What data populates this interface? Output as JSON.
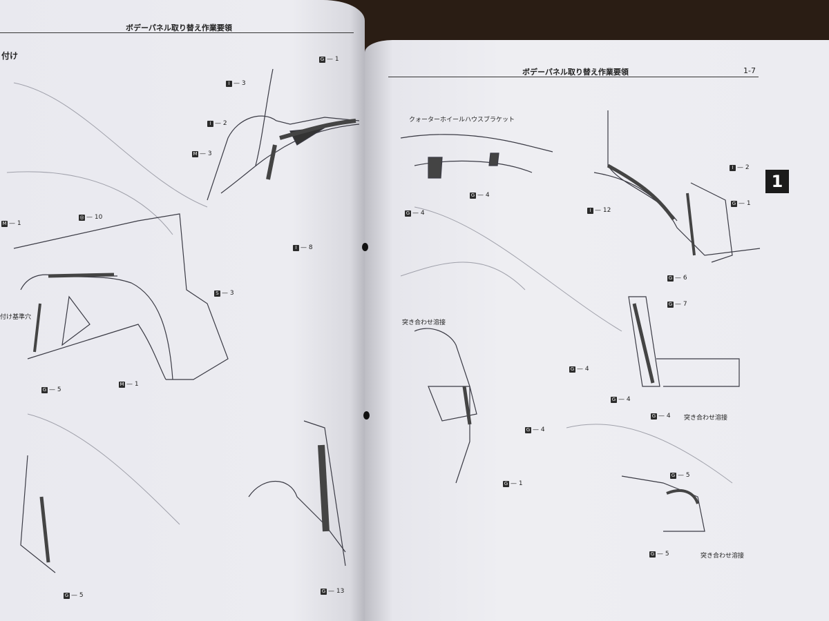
{
  "left_page": {
    "header": "ボデーパネル取り替え作業要領",
    "section_fragment": "付け",
    "labels": [
      {
        "marker": "I",
        "text": "— 3"
      },
      {
        "marker": "I",
        "text": "— 2"
      },
      {
        "marker": "M",
        "text": "— 3"
      },
      {
        "marker": "G",
        "text": "— 1"
      },
      {
        "marker": "I",
        "text": "— 8"
      },
      {
        "marker": "M",
        "text": "— 1"
      },
      {
        "marker": "◎",
        "text": "— 10"
      },
      {
        "marker": "S",
        "text": "— 3"
      },
      {
        "marker": "G",
        "text": "— 5"
      },
      {
        "marker": "M",
        "text": "— 1"
      },
      {
        "marker": "G",
        "text": "— 5"
      },
      {
        "marker": "G",
        "text": "— 13"
      }
    ],
    "note_alignment": "付け基準穴"
  },
  "right_page": {
    "header": "ボデーパネル取り替え作業要領",
    "page_number": "1-7",
    "section_badge": "1",
    "note_bracket": "クォーターホイールハウスブラケット",
    "note_butt_weld": "突き合わせ溶接",
    "labels": [
      {
        "marker": "G",
        "text": "— 4"
      },
      {
        "marker": "G",
        "text": "— 4"
      },
      {
        "marker": "I",
        "text": "— 2"
      },
      {
        "marker": "I",
        "text": "— 12"
      },
      {
        "marker": "G",
        "text": "— 1"
      },
      {
        "marker": "G",
        "text": "— 6"
      },
      {
        "marker": "G",
        "text": "— 7"
      },
      {
        "marker": "G",
        "text": "— 4"
      },
      {
        "marker": "G",
        "text": "— 4"
      },
      {
        "marker": "G",
        "text": "— 4"
      },
      {
        "marker": "G",
        "text": "— 4"
      },
      {
        "marker": "G",
        "text": "— 1"
      },
      {
        "marker": "G",
        "text": "— 5"
      },
      {
        "marker": "G",
        "text": "— 5"
      }
    ]
  }
}
